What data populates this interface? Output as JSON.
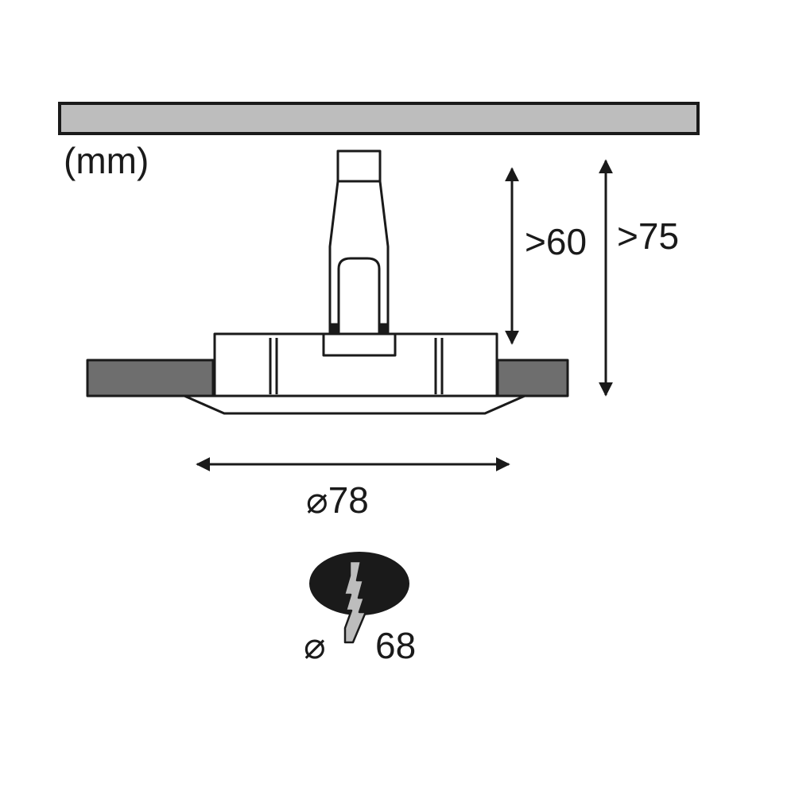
{
  "unit_label": "(mm)",
  "dimensions": {
    "depth_min": ">60",
    "depth_total": ">75",
    "diameter_outer": "⌀78",
    "cutout_symbol": "⌀",
    "cutout_value": "68"
  },
  "colors": {
    "ceiling_fill": "#bdbdbd",
    "ceiling_panel_fill": "#6e6e6e",
    "cutout_fill": "#1a1a1a",
    "bolt_fill": "#bdbdbd",
    "stroke": "#1a1a1a"
  },
  "icons": [
    "ceiling-panel-icon",
    "recessed-luminaire-icon",
    "drill-cutout-icon",
    "lightning-bolt-icon"
  ]
}
